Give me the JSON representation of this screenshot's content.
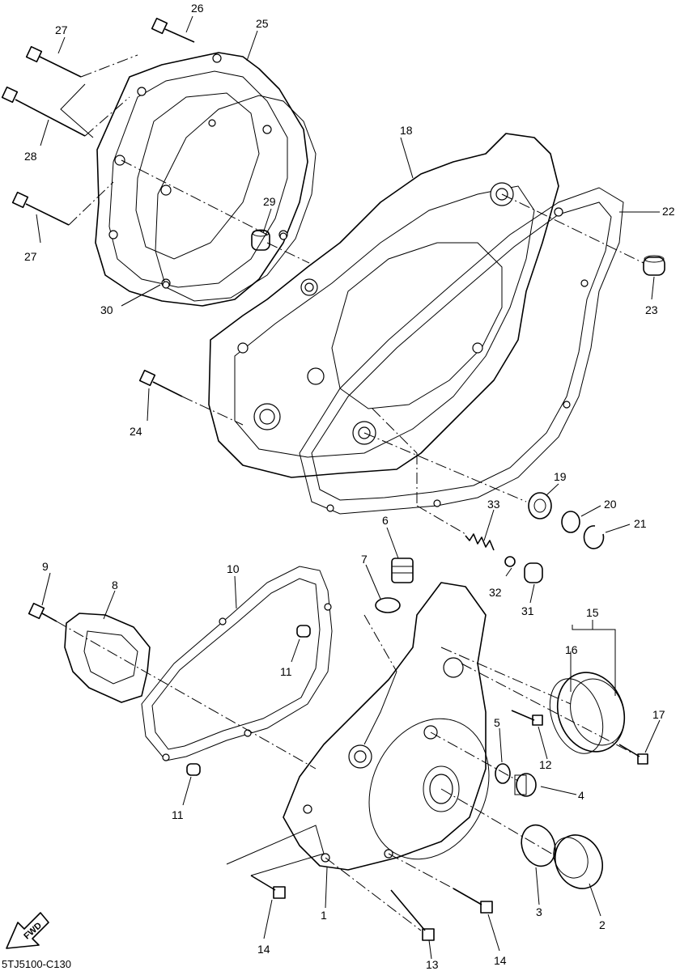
{
  "diagram": {
    "code": "5TJ5100-C130",
    "fwd_label": "FWD",
    "callouts": {
      "p1": "1",
      "p2": "2",
      "p3": "3",
      "p4": "4",
      "p5": "5",
      "p6": "6",
      "p7": "7",
      "p8": "8",
      "p9": "9",
      "p10": "10",
      "p11a": "11",
      "p11b": "11",
      "p12": "12",
      "p13": "13",
      "p14a": "14",
      "p14b": "14",
      "p15": "15",
      "p16": "16",
      "p17": "17",
      "p18": "18",
      "p19": "19",
      "p20": "20",
      "p21": "21",
      "p22": "22",
      "p23": "23",
      "p24": "24",
      "p25": "25",
      "p26": "26",
      "p27a": "27",
      "p27b": "27",
      "p28": "28",
      "p29": "29",
      "p30": "30",
      "p31": "31",
      "p32": "32",
      "p33": "33"
    }
  }
}
